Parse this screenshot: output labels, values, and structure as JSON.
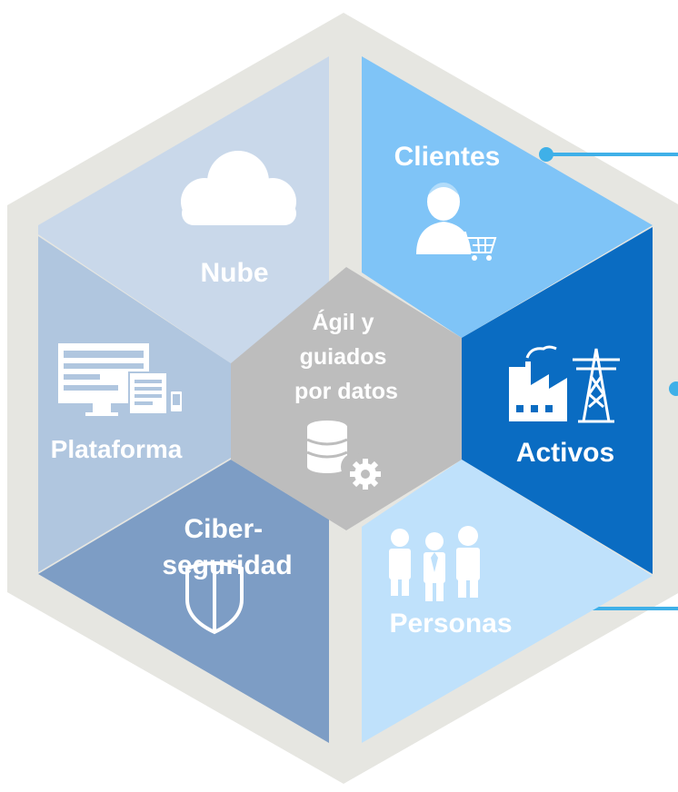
{
  "diagram": {
    "center_label": [
      "Ágil y",
      "guiados",
      "por datos"
    ],
    "segments": {
      "nube": {
        "label": [
          "Nube"
        ],
        "icon": "cloud-icon",
        "color": "#C9D8EA"
      },
      "clientes": {
        "label": [
          "Clientes"
        ],
        "icon": "customer-cart-icon",
        "color": "#7FC4F7"
      },
      "activos": {
        "label": [
          "Activos"
        ],
        "icon": "factory-power-tower-icon",
        "color": "#0A6CC2"
      },
      "personas": {
        "label": [
          "Personas"
        ],
        "icon": "people-icon",
        "color": "#BFE1FB"
      },
      "ciberseguridad": {
        "label": [
          "Ciber-",
          "seguridad"
        ],
        "icon": "shield-icon",
        "color": "#7D9DC5"
      },
      "plataforma": {
        "label": [
          "Plataforma"
        ],
        "icon": "devices-icon",
        "color": "#B0C6DF"
      }
    },
    "center": {
      "icon": "database-gear-icon",
      "color": "#BDBDBD"
    },
    "frame_color": "#E6E6E1",
    "connector_color": "#3FB0E8"
  }
}
